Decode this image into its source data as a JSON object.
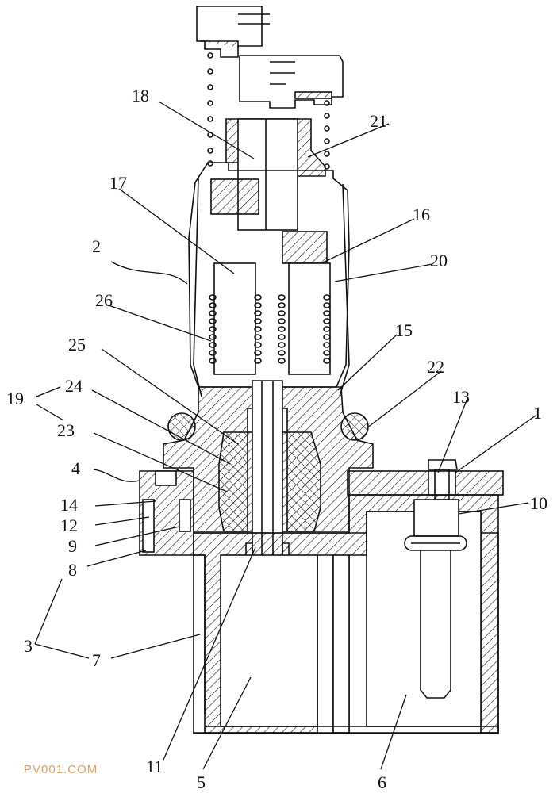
{
  "figure": {
    "labels": {
      "l1": "1",
      "l2": "2",
      "l3": "3",
      "l4": "4",
      "l5": "5",
      "l6": "6",
      "l7": "7",
      "l8": "8",
      "l9": "9",
      "l10": "10",
      "l11": "11",
      "l12": "12",
      "l13": "13",
      "l14": "14",
      "l15": "15",
      "l16": "16",
      "l17": "17",
      "l18": "18",
      "l19": "19",
      "l20": "20",
      "l21": "21",
      "l22": "22",
      "l23": "23",
      "l24": "24",
      "l25": "25",
      "l26": "26"
    }
  },
  "watermark": "PV001.COM"
}
